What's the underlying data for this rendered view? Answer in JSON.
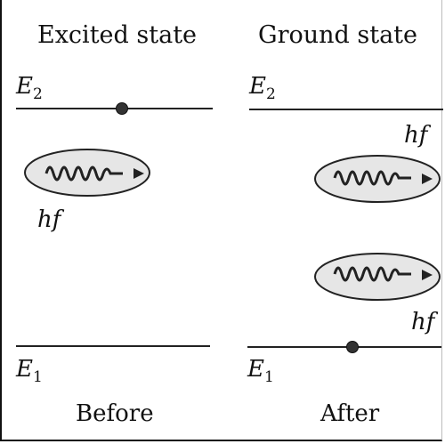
{
  "before": {
    "title": "Excited state",
    "upper_level": {
      "symbol": "E",
      "subscript": "2"
    },
    "lower_level": {
      "symbol": "E",
      "subscript": "1"
    },
    "photon_label": "hf",
    "caption": "Before"
  },
  "after": {
    "title": "Ground state",
    "upper_level": {
      "symbol": "E",
      "subscript": "2"
    },
    "lower_level": {
      "symbol": "E",
      "subscript": "1"
    },
    "photon_label_top": "hf",
    "photon_label_bottom": "hf",
    "caption": "After"
  },
  "colors": {
    "line": "#222222",
    "electron": "#333333",
    "photon_fill": "#e6e6e6",
    "photon_stroke": "#222222"
  },
  "icons": {
    "electron": "filled-dot",
    "photon": "wavy-arrow-in-ellipse"
  }
}
